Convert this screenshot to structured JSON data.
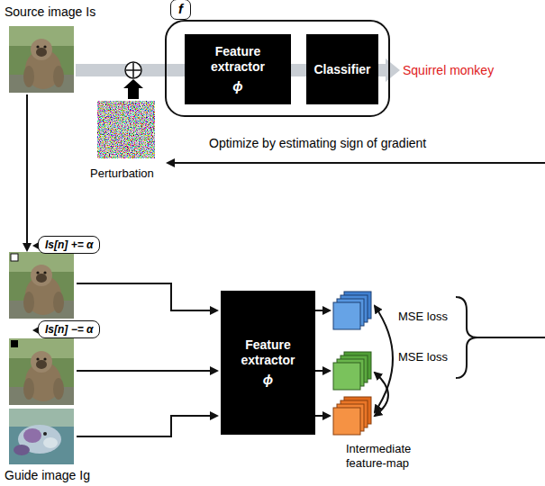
{
  "diagram": {
    "nodes": [
      {
        "text": [
          "f"
        ]
      },
      {
        "text": [
          "Feature extractor",
          "ϕ"
        ],
        "in": 0
      },
      {
        "text": [
          "Classifier"
        ],
        "in": 0
      },
      {
        "text": [
          "Is[n] += α"
        ]
      },
      {
        "text": [
          "Is[n] −= α"
        ]
      },
      {
        "text": [
          "Feature extractor",
          "ϕ"
        ]
      }
    ],
    "labels": [
      "Source image Is",
      "Squirrel monkey",
      "Perturbation",
      "Optimize by estimating sign of gradient",
      "MSE loss",
      "MSE loss",
      "Intermediate feature-map",
      "Guide image Ig"
    ]
  }
}
